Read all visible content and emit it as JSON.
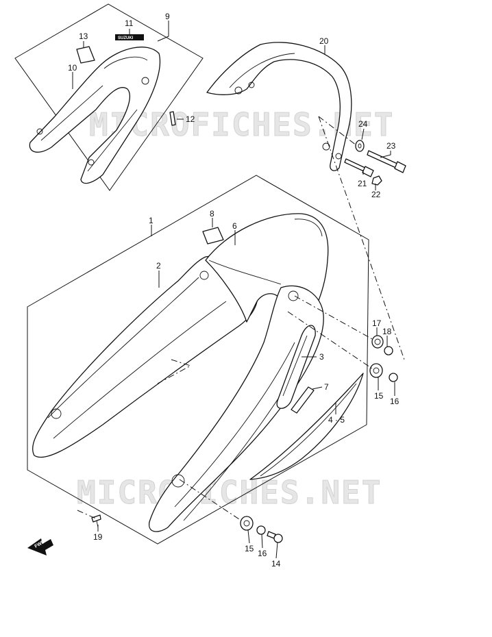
{
  "watermark": "MICROFICHES.NET",
  "emblem_text": "SUZUKI",
  "fwd_label": "FWD",
  "callouts": {
    "c1": "1",
    "c2": "2",
    "c3": "3",
    "c45": "4 · 5",
    "c6": "6",
    "c7": "7",
    "c8": "8",
    "c9": "9",
    "c10": "10",
    "c11": "11",
    "c12": "12",
    "c13": "13",
    "c14": "14",
    "c15a": "15",
    "c15b": "15",
    "c16a": "16",
    "c16b": "16",
    "c17": "17",
    "c18": "18",
    "c19": "19",
    "c20": "20",
    "c21": "21",
    "c22": "22",
    "c23": "23",
    "c24": "24"
  }
}
